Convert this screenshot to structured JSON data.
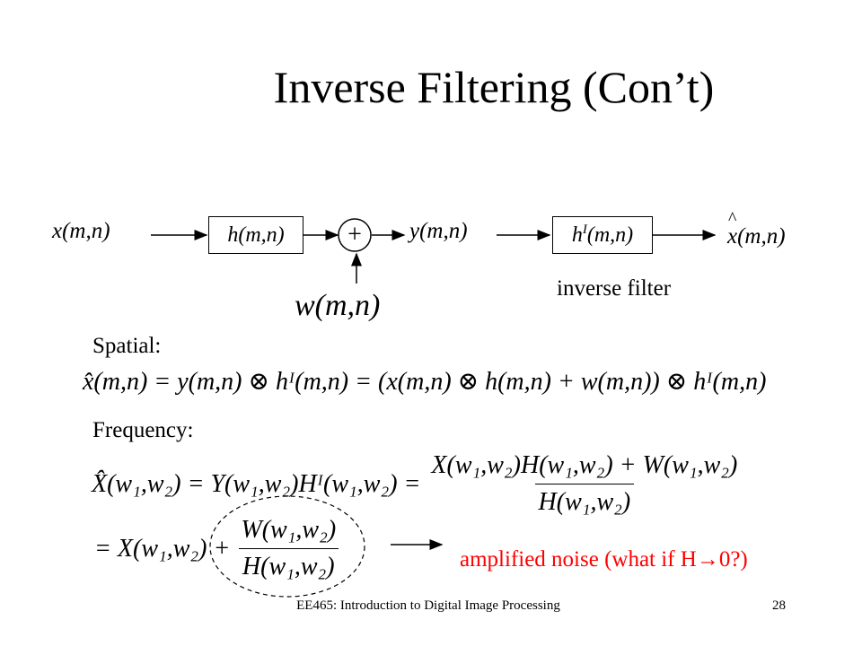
{
  "title": "Inverse Filtering (Con’t)",
  "diagram": {
    "input_label": "x(m,n)",
    "block1_label": "h(m,n)",
    "adder_symbol": "+",
    "noise_label": "w(m,n)",
    "output_label": "y(m,n)",
    "block2_label": "h",
    "block2_superscript": "I",
    "block2_suffix": "(m,n)",
    "estimate_label": "x(m,n)",
    "inverse_filter_caption": "inverse filter"
  },
  "spatial": {
    "heading": "Spatial:",
    "equation": "x̂(m,n) = y(m,n) ⊗ hᴵ(m,n) = (x(m,n) ⊗ h(m,n) + w(m,n)) ⊗ hᴵ(m,n)"
  },
  "frequency": {
    "heading": "Frequency:",
    "lhs": "X̂(w₁,w₂) = Y(w₁,w₂)Hᴵ(w₁,w₂) =",
    "frac1_num": "X(w₁,w₂)H(w₁,w₂) + W(w₁,w₂)",
    "frac1_den": "H(w₁,w₂)",
    "line2_lhs": "= X(w₁,w₂) +",
    "frac2_num": "W(w₁,w₂)",
    "frac2_den": "H(w₁,w₂)"
  },
  "annotation": "amplified noise (what if H→0?)",
  "footer": {
    "course": "EE465: Introduction to Digital Image Processing",
    "page_number": "28"
  }
}
